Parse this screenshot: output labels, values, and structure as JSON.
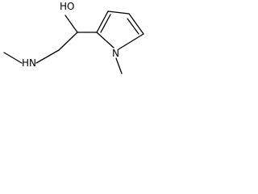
{
  "molecule": {
    "atoms": {
      "hydroxyl": "HO",
      "amine": "HN",
      "pyrrole_nitrogen": "N"
    }
  }
}
